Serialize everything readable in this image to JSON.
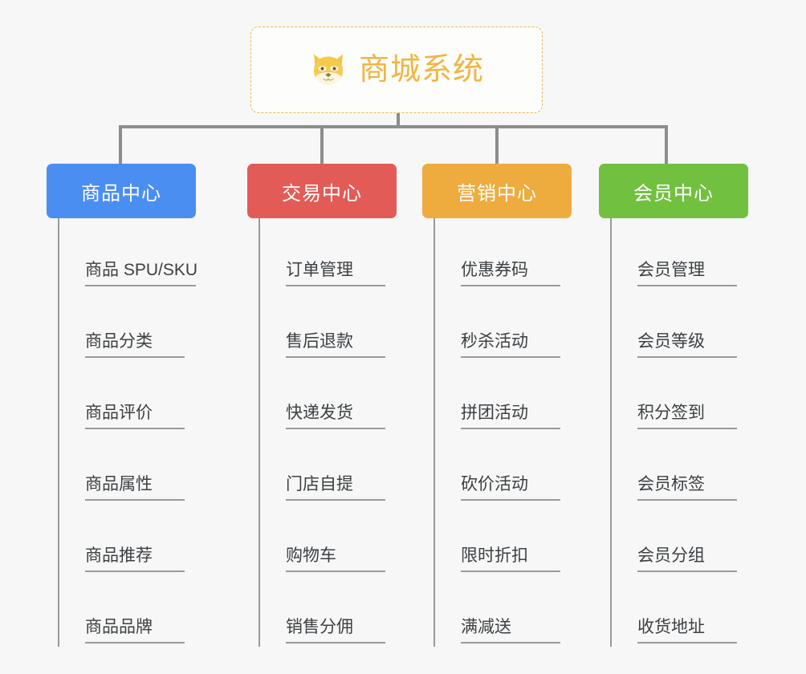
{
  "root": {
    "title": "商城系统",
    "icon": "shiba-dog-icon",
    "accent_color": "#f0b63f",
    "border_color": "#e8b94e"
  },
  "connector_color": "#8d8d8d",
  "background_color": "#f7f7f7",
  "columns": [
    {
      "header": "商品中心",
      "color": "#4a8ef2",
      "items": [
        "商品 SPU/SKU",
        "商品分类",
        "商品评价",
        "商品属性",
        "商品推荐",
        "商品品牌"
      ]
    },
    {
      "header": "交易中心",
      "color": "#e35b56",
      "items": [
        "订单管理",
        "售后退款",
        "快递发货",
        "门店自提",
        "购物车",
        "销售分佣"
      ]
    },
    {
      "header": "营销中心",
      "color": "#eeab3e",
      "items": [
        "优惠券码",
        "秒杀活动",
        "拼团活动",
        "砍价活动",
        "限时折扣",
        "满减送"
      ]
    },
    {
      "header": "会员中心",
      "color": "#72c040",
      "items": [
        "会员管理",
        "会员等级",
        "积分签到",
        "会员标签",
        "会员分组",
        "收货地址"
      ]
    }
  ]
}
